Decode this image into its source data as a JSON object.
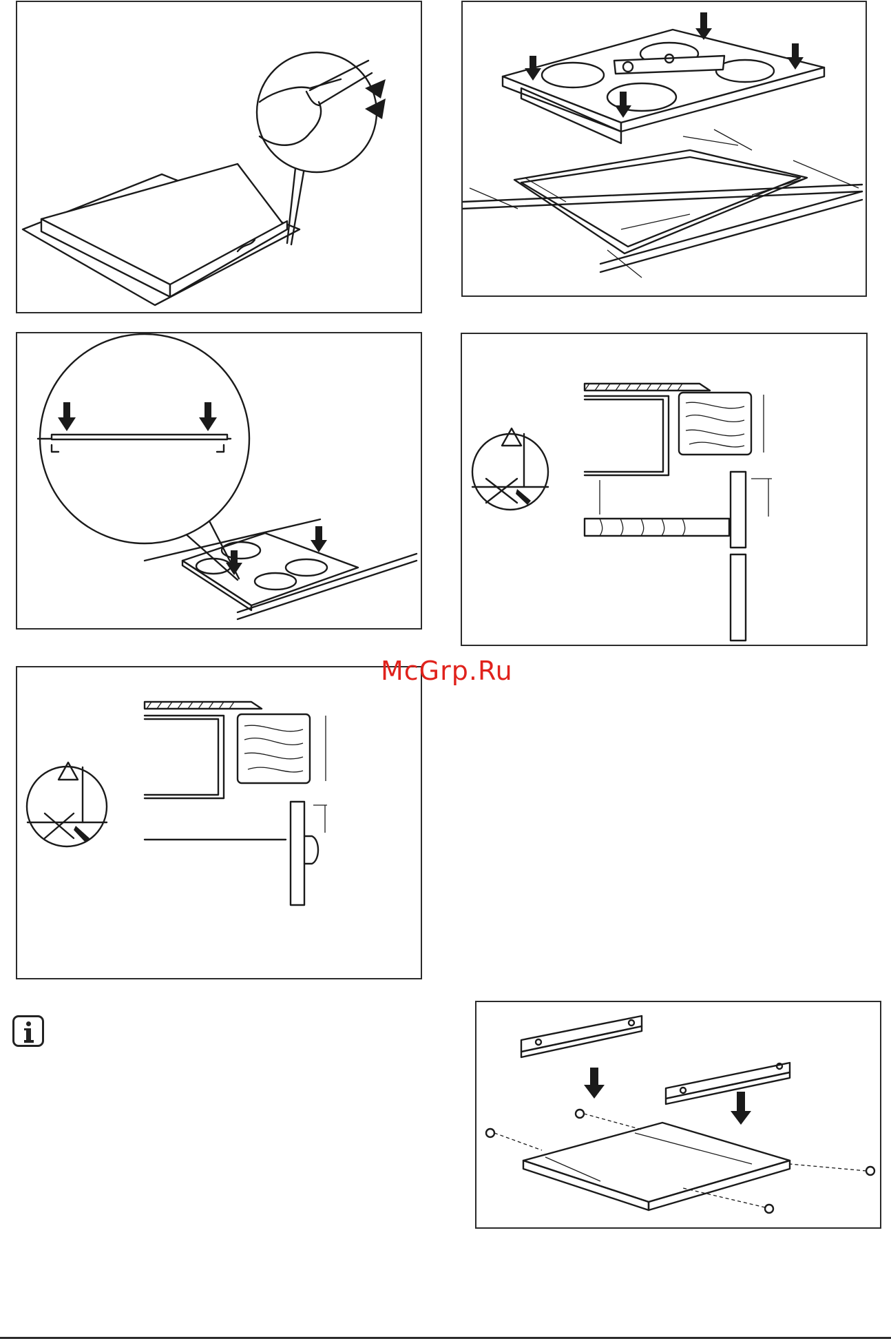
{
  "watermark": "McGrp.Ru",
  "figures": [
    {
      "id": "fig-seal-strip",
      "icon": "hand-applying-seal-icon"
    },
    {
      "id": "fig-hob-cutout-dimensions",
      "icon": "hob-over-cutout-icon"
    },
    {
      "id": "fig-hob-placement",
      "icon": "hob-press-down-icon"
    },
    {
      "id": "fig-drawer-clearance",
      "icon": "warning-triangle-icon"
    },
    {
      "id": "fig-door-clearance",
      "icon": "warning-triangle-icon"
    },
    {
      "id": "fig-bracket-assembly",
      "icon": "screw-bracket-icon"
    }
  ],
  "info_note": {
    "icon": "info-icon"
  },
  "colors": {
    "watermark": "#e0221c",
    "line": "#1a1a1a"
  }
}
